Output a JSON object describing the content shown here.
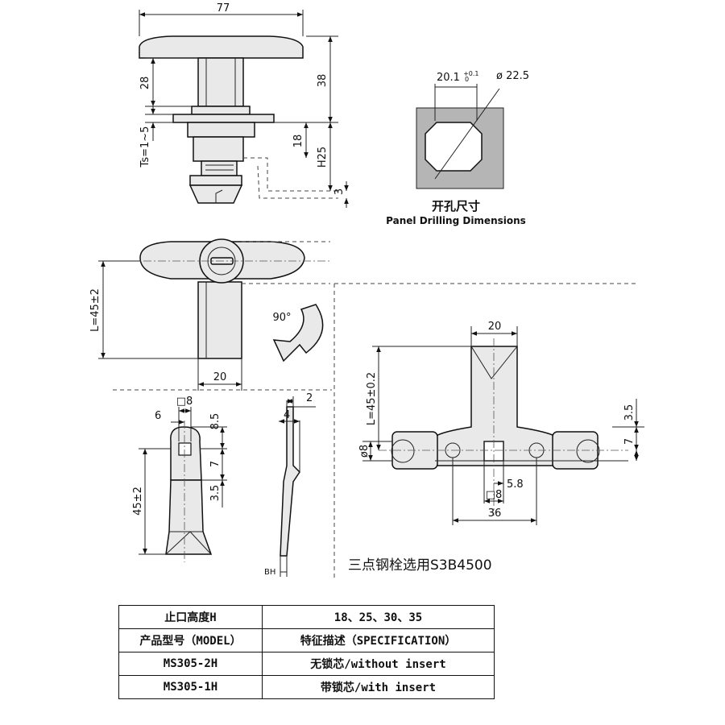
{
  "dimensions": {
    "handle_width": "77",
    "height_38": "38",
    "height_28": "28",
    "ts_range": "Ts=1~5",
    "h_18": "18",
    "h25": "H25",
    "gap_3": "3",
    "length": "L=45±2",
    "width_20_side": "20",
    "rotation": "90°",
    "cam_sq_8": "□8",
    "cam_6": "6",
    "cam_8_5": "8.5",
    "cam_7": "7",
    "cam_3_5": "3.5",
    "cam_45": "45±2",
    "side_2": "2",
    "side_4": "4",
    "side_bh": "BH",
    "pb_20": "20",
    "pb_length": "L=45±0.2",
    "pb_3_5": "3.5",
    "pb_7": "7",
    "pb_dia8": "ø8",
    "pb_5_8": "5.8",
    "pb_sq8": "□8",
    "pb_36": "36"
  },
  "panel_cutout": {
    "square": "20.1",
    "tol_upper": "+0.1",
    "tol_lower": "0",
    "diameter": "ø 22.5",
    "title_cn": "开孔尺寸",
    "title_en": "Panel Drilling Dimensions"
  },
  "note": "三点钢栓选用S3B4500",
  "spec_table": {
    "rows": [
      [
        "止口高度H",
        "18、25、30、35"
      ],
      [
        "产品型号（MODEL）",
        "特征描述（SPECIFICATION）"
      ],
      [
        "MS305-2H",
        "无锁芯/without insert"
      ],
      [
        "MS305-1H",
        "带锁芯/with insert"
      ]
    ]
  }
}
